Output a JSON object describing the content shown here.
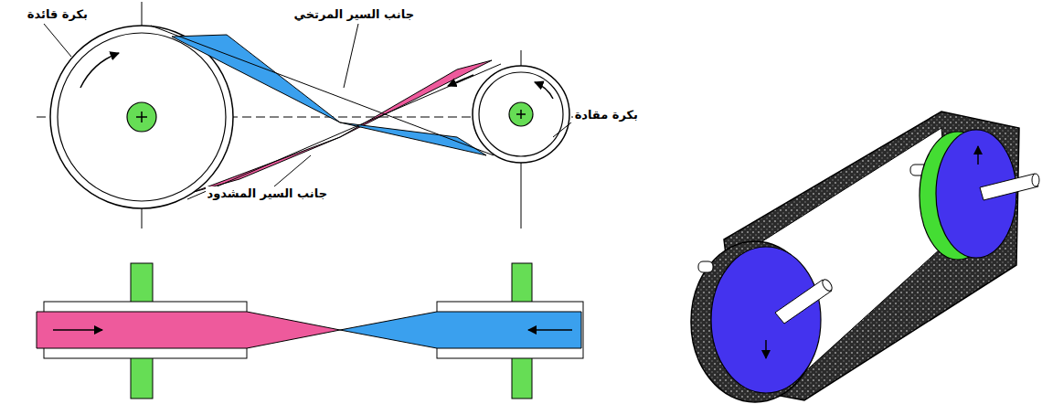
{
  "diagram": {
    "labels": [
      "بكرة قائدة",
      "جانب السير المرتخي",
      "بكرة مقادة",
      "جانب السير المشدود"
    ]
  }
}
